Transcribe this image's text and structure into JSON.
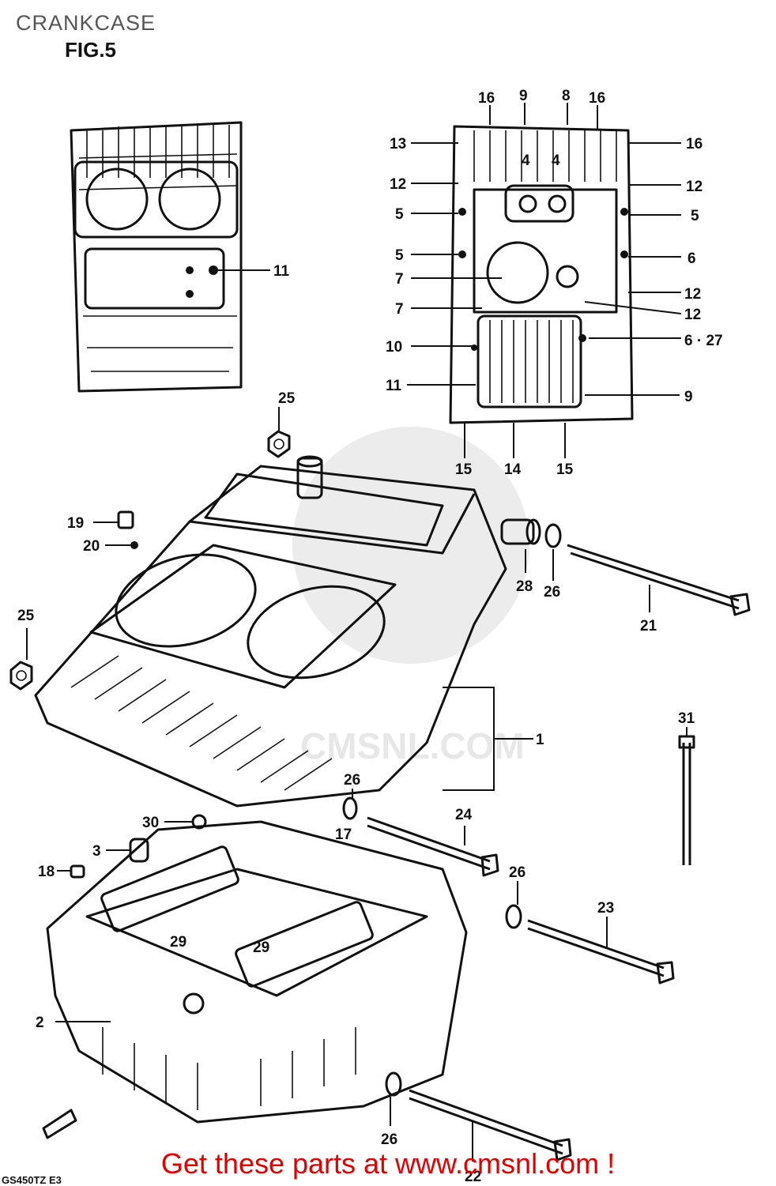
{
  "header": {
    "title": "CRANKCASE",
    "figure": "FIG.5"
  },
  "footer": {
    "cta": "Get these parts at www.cmsnl.com !",
    "code": "GS450TZ E3"
  },
  "watermark": {
    "text": "CMSNL.COM"
  },
  "callouts": {
    "top_right": [
      "16",
      "9",
      "8",
      "16",
      "13",
      "16",
      "12",
      "12",
      "5",
      "5",
      "4",
      "4",
      "5",
      "6",
      "7",
      "12",
      "7",
      "12",
      "10",
      "6 · 27",
      "11",
      "9",
      "15",
      "14",
      "15"
    ],
    "top_left": [
      "11"
    ],
    "main": [
      "25",
      "19",
      "20",
      "28",
      "26",
      "21",
      "25",
      "31",
      "1",
      "26",
      "17",
      "30",
      "24",
      "3",
      "18",
      "26",
      "23",
      "29",
      "29",
      "2",
      "26",
      "22"
    ]
  }
}
